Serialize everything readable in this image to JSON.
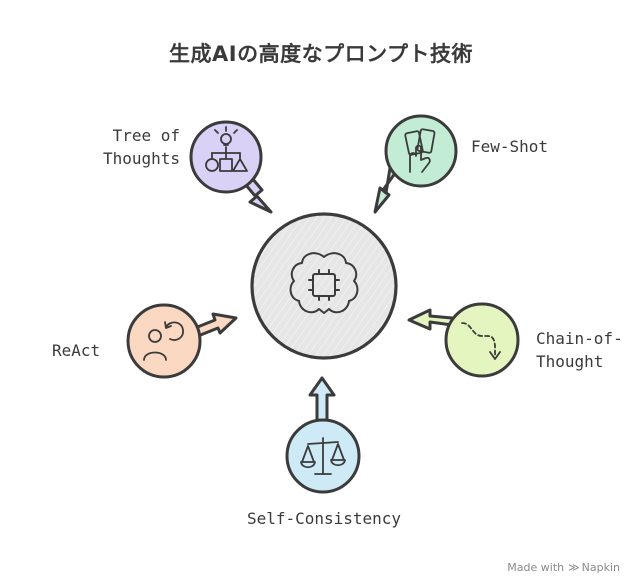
{
  "title": "生成AIの高度なプロンプト技術",
  "center": {
    "icon": "brain-chip-icon",
    "fill": "#e6e6e6"
  },
  "nodes": {
    "tree_of_thoughts": {
      "label": "Tree of\nThoughts",
      "icon": "lightbulb-hierarchy-icon",
      "color": "#d9d2f6"
    },
    "few_shot": {
      "label": "Few-Shot",
      "icon": "hand-cards-icon",
      "color": "#c2ecd3"
    },
    "chain_of_thought": {
      "label": "Chain-of-\nThought",
      "icon": "dashed-path-arrow-icon",
      "color": "#e4f5c0"
    },
    "self_consistency": {
      "label": "Self-Consistency",
      "icon": "balance-scale-icon",
      "color": "#cdeaf6"
    },
    "react": {
      "label": "ReAct",
      "icon": "person-cycle-icon",
      "color": "#fbd8c2"
    }
  },
  "credit": {
    "prefix": "Made with",
    "brand": "Napkin"
  },
  "outline_color": "#3b3b3b"
}
